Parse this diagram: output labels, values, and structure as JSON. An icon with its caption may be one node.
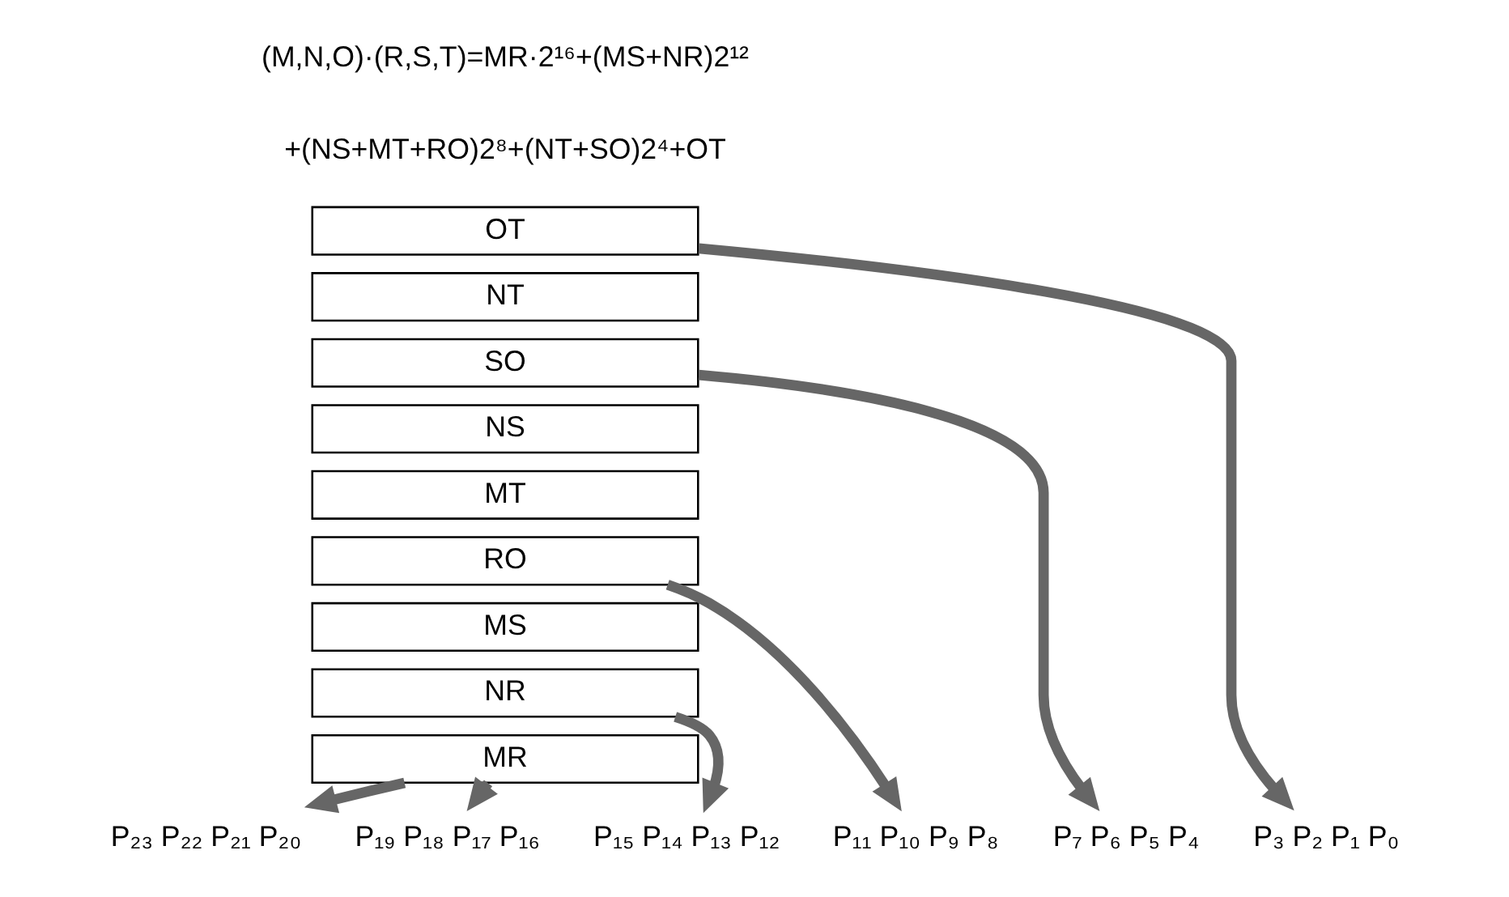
{
  "diagram": {
    "nodes": [
      {
        "text": [
          "OT"
        ]
      },
      {
        "text": [
          "NT"
        ]
      },
      {
        "text": [
          "SO"
        ]
      },
      {
        "text": [
          "NS"
        ]
      },
      {
        "text": [
          "MT"
        ]
      },
      {
        "text": [
          "RO"
        ]
      },
      {
        "text": [
          "MS"
        ]
      },
      {
        "text": [
          "NR"
        ]
      },
      {
        "text": [
          "MR"
        ]
      },
      {
        "text": [
          "P₂₃ P₂₂ P₂₁ P₂₀"
        ]
      },
      {
        "text": [
          "P₁₉ P₁₈ P₁₇ P₁₆"
        ]
      },
      {
        "text": [
          "P₁₅ P₁₄ P₁₃ P₁₂"
        ]
      },
      {
        "text": [
          "P₁₁ P₁₀ P₉ P₈"
        ]
      },
      {
        "text": [
          "P₇ P₆ P₅ P₄"
        ]
      },
      {
        "text": [
          "P₃ P₂ P₁ P₀"
        ]
      }
    ],
    "edges": [
      {
        "from": 0,
        "to": 14,
        "arrow": "to"
      },
      {
        "from": 2,
        "to": 13,
        "arrow": "to"
      },
      {
        "from": 5,
        "to": 12,
        "arrow": "to"
      },
      {
        "from": 7,
        "to": 11,
        "arrow": "to"
      },
      {
        "from": 8,
        "to": 10,
        "arrow": "to"
      },
      {
        "from": 8,
        "to": 9,
        "arrow": "to"
      }
    ],
    "labels": [
      "(M,N,O)·(R,S,T)=MR·2¹⁶+(MS+NR)2¹²",
      "+(NS+MT+RO)2⁸+(NT+SO)2⁴+OT"
    ]
  }
}
